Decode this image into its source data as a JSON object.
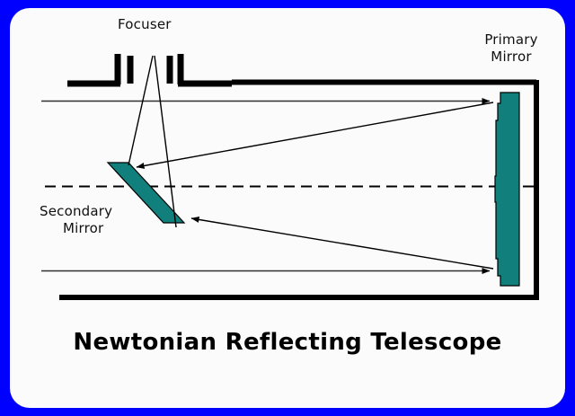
{
  "figure": {
    "title": "Newtonian Reflecting Telescope",
    "background_color": "#0000ff",
    "panel_color": "#fbfbfb",
    "mirror_color": "#11807c",
    "line_color": "#000000"
  },
  "labels": {
    "focuser": "Focuser",
    "primary_line1": "Primary",
    "primary_line2": "Mirror",
    "secondary_line1": "Secondary",
    "secondary_line2": "Mirror"
  },
  "diagram": {
    "optical_axis": "dashed-horizontal-axis",
    "tube_top": "telescope-tube-top-wall",
    "tube_bottom": "telescope-tube-bottom-wall",
    "tube_right": "telescope-tube-right-wall",
    "primary_mirror": "concave-primary-mirror",
    "secondary_mirror": "flat-diagonal-secondary-mirror",
    "focuser_assembly": "focuser-drawtube-bracket",
    "incoming_ray_top": "incoming-parallel-light-ray-top",
    "incoming_ray_bottom": "incoming-parallel-light-ray-bottom",
    "reflected_ray_top": "reflected-converging-ray-top",
    "reflected_ray_bottom": "reflected-converging-ray-bottom",
    "exit_cone_left": "focused-beam-left-edge",
    "exit_cone_right": "focused-beam-right-edge"
  }
}
